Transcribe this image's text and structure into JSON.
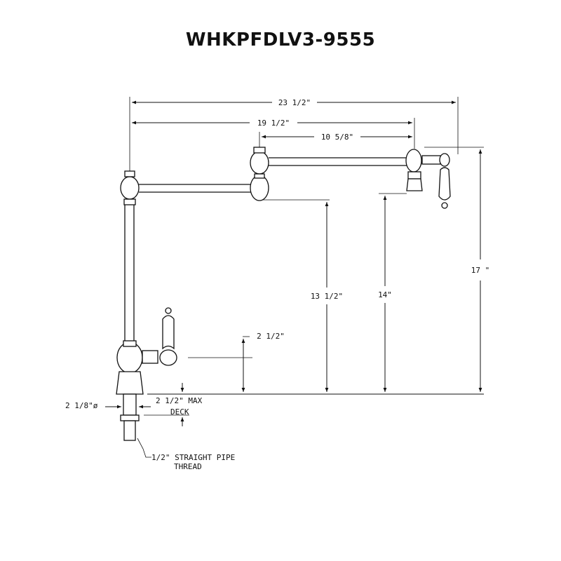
{
  "title": "WHKPFDLV3-9555",
  "dimensions": {
    "overall_reach": "23 1/2\"",
    "arm_reach": "19 1/2\"",
    "second_arm": "10 5/8\"",
    "total_height": "17 \"",
    "spout_height": "14\"",
    "arm_height": "13 1/2\"",
    "handle_height": "2 1/2\"",
    "deck_thickness": "2 1/2\" MAX",
    "deck_label": "DECK",
    "hole_diameter": "2 1/8\"ø",
    "pipe_thread_line1": "1/2\" STRAIGHT PIPE",
    "pipe_thread_line2": "THREAD"
  }
}
